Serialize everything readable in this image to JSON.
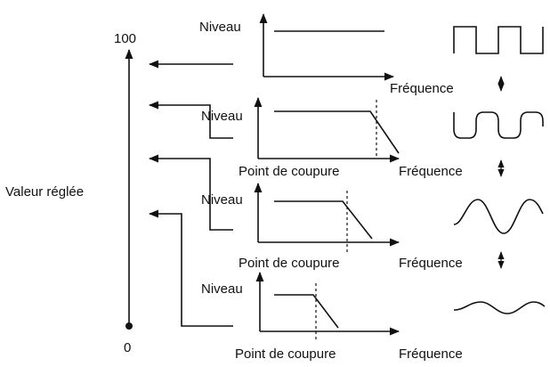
{
  "scale": {
    "top_label": "100",
    "bottom_label": "0",
    "axis_label": "Valeur réglée"
  },
  "panels": [
    {
      "y_label": "Niveau",
      "x_label": "Fréquence",
      "cutoff_label": "",
      "waveform": "square",
      "response": "flat"
    },
    {
      "y_label": "Niveau",
      "x_label": "Fréquence",
      "cutoff_label": "Point de coupure",
      "waveform": "rounded-square",
      "response": "lowpass-high-cutoff"
    },
    {
      "y_label": "Niveau",
      "x_label": "Fréquence",
      "cutoff_label": "Point de coupure",
      "waveform": "sine",
      "response": "lowpass-mid-cutoff"
    },
    {
      "y_label": "Niveau",
      "x_label": "Fréquence",
      "cutoff_label": "Point de coupure",
      "waveform": "small-sine",
      "response": "lowpass-low-cutoff"
    }
  ],
  "between_arrow_icon": "up-down-arrow-icon"
}
